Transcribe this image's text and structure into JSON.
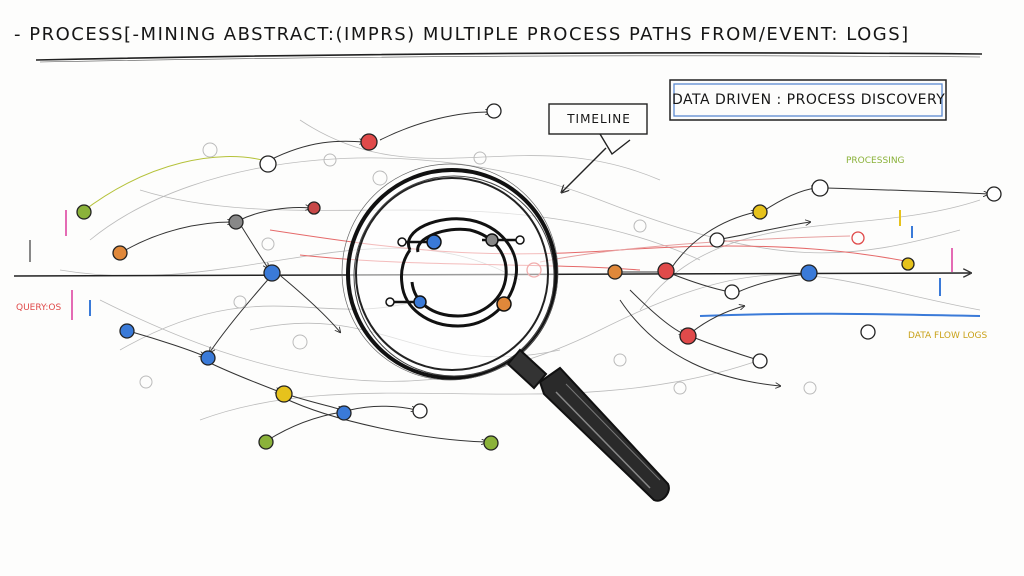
{
  "title": "- PROCESS[-MINING ABSTRACT:(IMPRS) MULTIPLE PROCESS PATHS FROM/EVENT: LOGS]",
  "labels": {
    "data_driven": "DATA DRIVEN : PROCESS DISCOVERY",
    "timeline": "TIMELINE"
  },
  "scribbles": {
    "top_right": "PROCESSING",
    "left": "QUERY:OS",
    "right": "DATA FLOW LOGS"
  },
  "colors": {
    "ink": "#1a1a1a",
    "red": "#e04a4a",
    "blue": "#3a7ad8",
    "green": "#8bb23a",
    "orange": "#e0883a",
    "yellow": "#e6c21c",
    "pink": "#e46bb4",
    "lens_ring": "#222222"
  },
  "icons": [
    "magnifying-glass-icon",
    "process-node-icon",
    "arrow-icon"
  ]
}
